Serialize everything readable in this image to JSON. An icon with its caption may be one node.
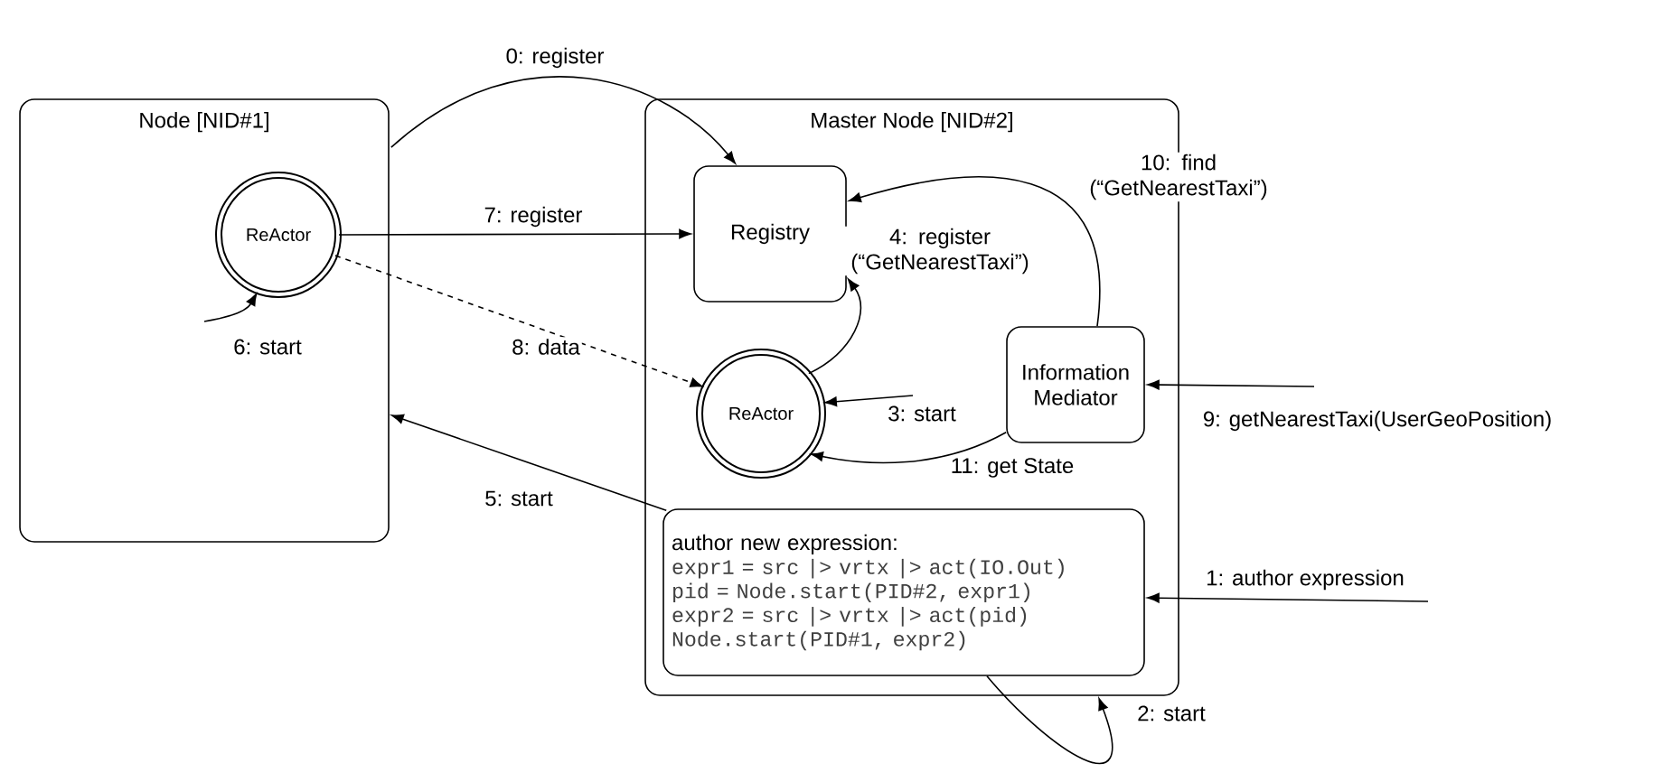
{
  "diagram": {
    "nodes": [
      {
        "text": [
          "Node [NID#1]"
        ]
      },
      {
        "text": [
          "ReActor"
        ],
        "in": 0
      },
      {
        "text": [
          "Master Node [NID#2]"
        ]
      },
      {
        "text": [
          "Registry"
        ],
        "in": 2
      },
      {
        "text": [
          "ReActor"
        ],
        "in": 2
      },
      {
        "text": [
          "Information Mediator"
        ],
        "in": 2
      },
      {
        "text": [
          "author new expression:",
          "expr1 = src |> vrtx |> act(IO.Out)",
          "pid = Node.start(PID#2, expr1)",
          "expr2 = src |> vrtx |> act(pid)",
          "Node.start(PID#1, expr2)"
        ],
        "in": 2
      }
    ],
    "edges": [
      {
        "from": 0,
        "to": 3,
        "arrow": "to",
        "label": "0: register"
      },
      {
        "from": null,
        "to": 6,
        "arrow": "to",
        "label": "1: author expression"
      },
      {
        "from": 6,
        "to": 2,
        "arrow": "to",
        "label": "2: start"
      },
      {
        "from": null,
        "to": 4,
        "arrow": "to",
        "label": "3: start"
      },
      {
        "from": 4,
        "to": 3,
        "arrow": "to",
        "label": "4: register (“GetNearestTaxi”)"
      },
      {
        "from": 6,
        "to": 0,
        "arrow": "to",
        "label": "5: start"
      },
      {
        "from": null,
        "to": 1,
        "arrow": "to",
        "label": "6: start"
      },
      {
        "from": 1,
        "to": 3,
        "arrow": "to",
        "label": "7: register"
      },
      {
        "from": 1,
        "to": 4,
        "arrow": "to",
        "label": "8: data",
        "style": "dashed"
      },
      {
        "from": null,
        "to": 5,
        "arrow": "to",
        "label": "9: getNearestTaxi(UserGeoPosition)"
      },
      {
        "from": 5,
        "to": 3,
        "arrow": "to",
        "label": "10: find (“GetNearestTaxi”)"
      },
      {
        "from": 5,
        "to": 4,
        "arrow": "to",
        "label": "11: get State"
      }
    ]
  }
}
